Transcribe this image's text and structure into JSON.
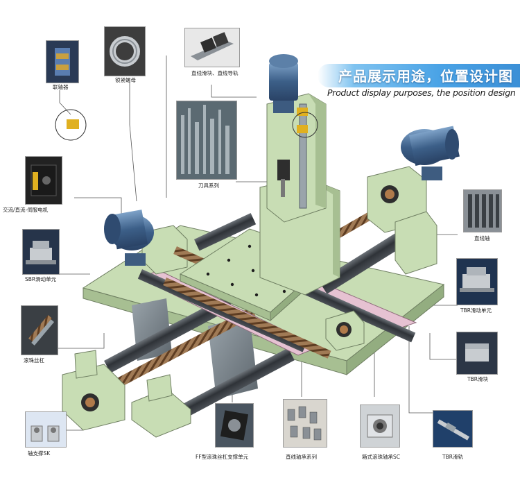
{
  "banner": {
    "title": "产品展示用途，位置设计图",
    "subtitle": "Product display purposes, the position design"
  },
  "components": {
    "coupling": "联轴器",
    "lock_nut": "锁紧螺母",
    "linear_guide": "直线滑块、直线导轨",
    "tool_series": "刀具系列",
    "servo_motor": "交流/直流-伺服电机",
    "sbr_slide": "SBR滑动单元",
    "ball_screw": "滚珠丝杠",
    "shaft_support_sk": "轴支撑SK",
    "ff_support": "FF型滚珠丝杠支撑单元",
    "linear_bearing_series": "直线轴承系列",
    "box_bearing_sc": "箱式滚珠轴承SC",
    "tbr_rail": "TBR滑轨",
    "tbr_block": "TBR滑块",
    "tbr_slide": "TBR滑动单元",
    "linear_shaft": "直线轴"
  },
  "colors": {
    "machine_green": "#c8ddb4",
    "machine_pink": "#e6c2d2",
    "motor_blue": "#4a6f9a",
    "banner_blue": "#4aa3e6"
  }
}
